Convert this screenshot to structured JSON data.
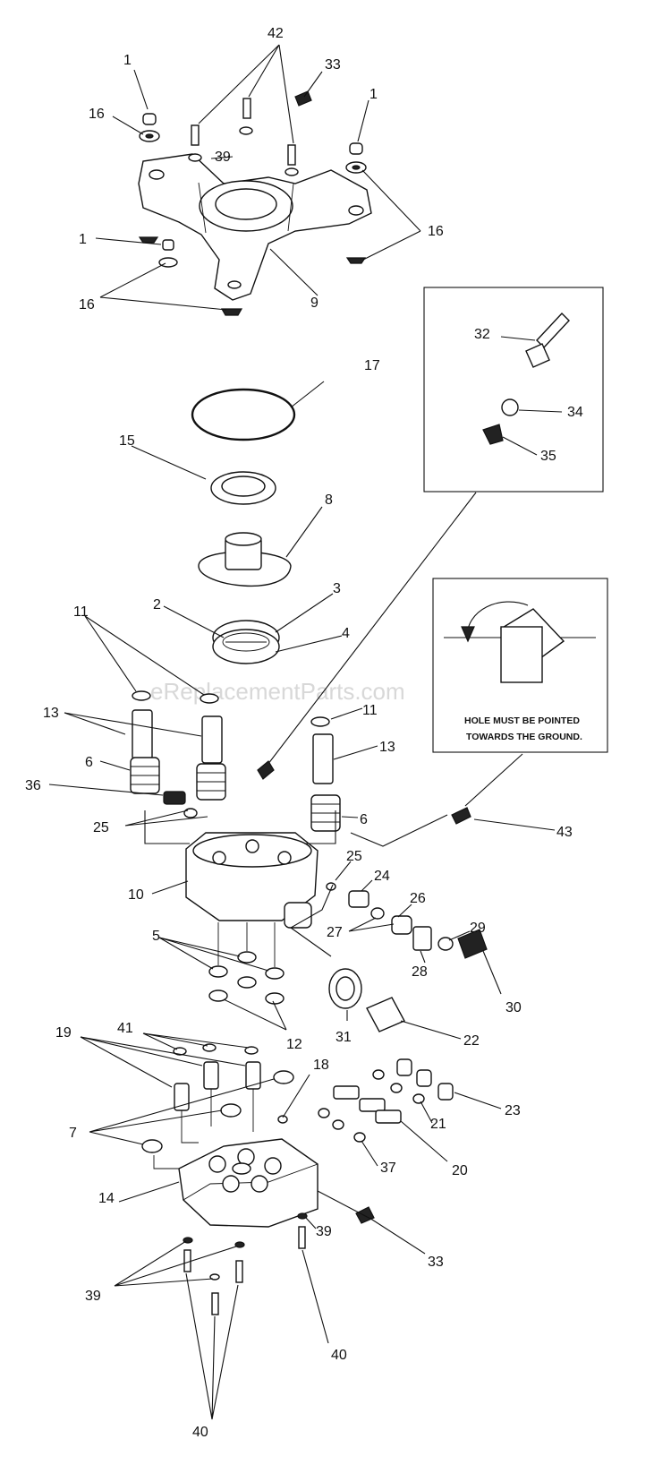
{
  "watermark": "eReplacementParts.com",
  "inset_note": {
    "line1": "HOLE MUST BE POINTED",
    "line2": "TOWARDS THE GROUND."
  },
  "callouts": [
    {
      "id": "c1a",
      "text": "1"
    },
    {
      "id": "c42",
      "text": "42"
    },
    {
      "id": "c33a",
      "text": "33"
    },
    {
      "id": "c1b",
      "text": "1"
    },
    {
      "id": "c16a",
      "text": "16"
    },
    {
      "id": "c39a",
      "text": "39"
    },
    {
      "id": "c1c",
      "text": "1"
    },
    {
      "id": "c16b",
      "text": "16"
    },
    {
      "id": "c16c",
      "text": "16"
    },
    {
      "id": "c9",
      "text": "9"
    },
    {
      "id": "c32",
      "text": "32"
    },
    {
      "id": "c34",
      "text": "34"
    },
    {
      "id": "c35",
      "text": "35"
    },
    {
      "id": "c17",
      "text": "17"
    },
    {
      "id": "c15",
      "text": "15"
    },
    {
      "id": "c8",
      "text": "8"
    },
    {
      "id": "c3",
      "text": "3"
    },
    {
      "id": "c2",
      "text": "2"
    },
    {
      "id": "c4",
      "text": "4"
    },
    {
      "id": "c11a",
      "text": "11"
    },
    {
      "id": "c13a",
      "text": "13"
    },
    {
      "id": "c11b",
      "text": "11"
    },
    {
      "id": "c13b",
      "text": "13"
    },
    {
      "id": "c6a",
      "text": "6"
    },
    {
      "id": "c36",
      "text": "36"
    },
    {
      "id": "c6b",
      "text": "6"
    },
    {
      "id": "c25a",
      "text": "25"
    },
    {
      "id": "c43",
      "text": "43"
    },
    {
      "id": "c25b",
      "text": "25"
    },
    {
      "id": "c24",
      "text": "24"
    },
    {
      "id": "c10",
      "text": "10"
    },
    {
      "id": "c26",
      "text": "26"
    },
    {
      "id": "c27",
      "text": "27"
    },
    {
      "id": "c29",
      "text": "29"
    },
    {
      "id": "c28",
      "text": "28"
    },
    {
      "id": "c5",
      "text": "5"
    },
    {
      "id": "c30",
      "text": "30"
    },
    {
      "id": "c31",
      "text": "31"
    },
    {
      "id": "c22",
      "text": "22"
    },
    {
      "id": "c12",
      "text": "12"
    },
    {
      "id": "c19",
      "text": "19"
    },
    {
      "id": "c41",
      "text": "41"
    },
    {
      "id": "c18",
      "text": "18"
    },
    {
      "id": "c23",
      "text": "23"
    },
    {
      "id": "c21",
      "text": "21"
    },
    {
      "id": "c7",
      "text": "7"
    },
    {
      "id": "c20",
      "text": "20"
    },
    {
      "id": "c37",
      "text": "37"
    },
    {
      "id": "c14",
      "text": "14"
    },
    {
      "id": "c39b",
      "text": "39"
    },
    {
      "id": "c33b",
      "text": "33"
    },
    {
      "id": "c39c",
      "text": "39"
    },
    {
      "id": "c40a",
      "text": "40"
    },
    {
      "id": "c40b",
      "text": "40"
    }
  ]
}
